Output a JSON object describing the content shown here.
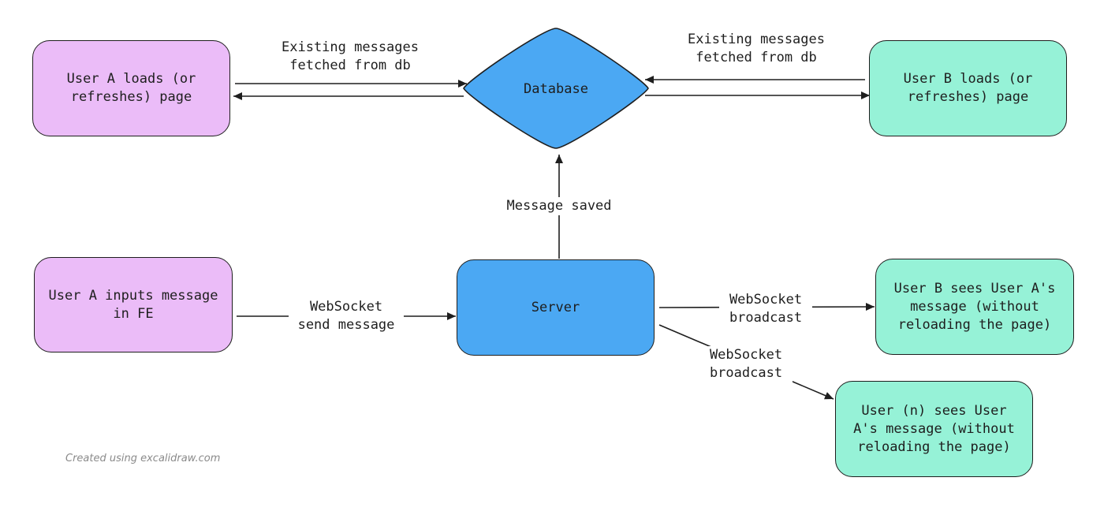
{
  "nodes": {
    "user_a_loads": "User A loads (or\nrefreshes) page",
    "database": "Database",
    "user_b_loads": "User B loads (or\nrefreshes) page",
    "user_a_inputs": "User A inputs message\nin FE",
    "server": "Server",
    "user_b_sees": "User B sees User A's\nmessage (without\nreloading the page)",
    "user_n_sees": "User (n) sees User\nA's message (without\nreloading the page)"
  },
  "edges": {
    "fetched_left": "Existing messages\nfetched from db",
    "fetched_right": "Existing messages\nfetched from db",
    "message_saved": "Message saved",
    "send_message": "WebSocket\nsend message",
    "broadcast_b": "WebSocket\nbroadcast",
    "broadcast_n": "WebSocket\nbroadcast"
  },
  "footer": {
    "credit": "Created using excalidraw.com"
  },
  "colors": {
    "user_a": "#ebbcf8",
    "other_users": "#96f2d7",
    "backend": "#4ba8f3",
    "stroke": "#1e1e1e"
  }
}
